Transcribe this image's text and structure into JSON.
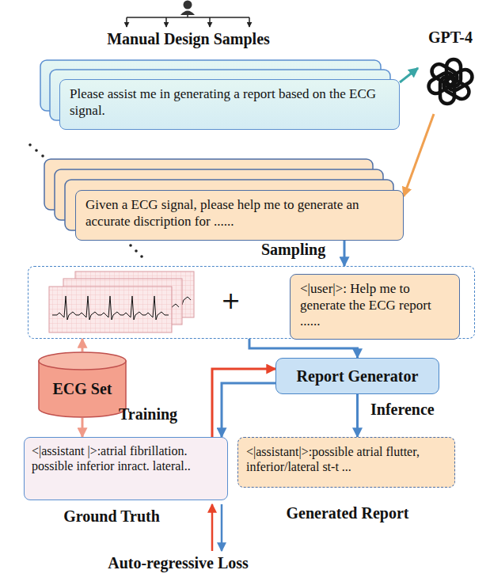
{
  "diagram": {
    "nodes": [
      {
        "text": [
          "Manual Design Samples",
          "Please assist me in generating a report based on the ECG signal."
        ]
      },
      {
        "text": [
          "GPT-4"
        ]
      },
      {
        "text": [
          "Given a ECG signal, please help me to generate an accurate discription for ......"
        ]
      },
      {
        "text": [
          "+"
        ]
      },
      {
        "text": [
          "<|user|>: Help me to generate the ECG report ......"
        ],
        "in": 3
      },
      {
        "text": [
          "ECG Set"
        ]
      },
      {
        "text": [
          "Report Generator"
        ]
      },
      {
        "text": [
          "<|assistant |>:atrial fibrillation. possible inferior inract. lateral..",
          "Ground Truth"
        ]
      },
      {
        "text": [
          "<|assistant|>:possible atrial flutter, inferior/lateral st-t ...",
          "Generated Report"
        ]
      }
    ],
    "edges": [
      {
        "from": 0,
        "to": 1,
        "arrow": "to"
      },
      {
        "from": 1,
        "to": 2,
        "arrow": "to"
      },
      {
        "from": 2,
        "to": 3,
        "label": "Sampling",
        "arrow": "to"
      },
      {
        "from": 5,
        "to": 3,
        "arrow": "to"
      },
      {
        "from": 5,
        "to": 7,
        "arrow": "to"
      },
      {
        "from": 3,
        "to": 6,
        "arrow": "to"
      },
      {
        "from": 7,
        "to": 6,
        "label": "Training",
        "arrow": "to"
      },
      {
        "from": 6,
        "to": 7,
        "arrow": "to"
      },
      {
        "from": 6,
        "to": 8,
        "label": "Inference",
        "arrow": "to"
      }
    ],
    "labels": [
      "Auto-regressive Loss"
    ]
  }
}
